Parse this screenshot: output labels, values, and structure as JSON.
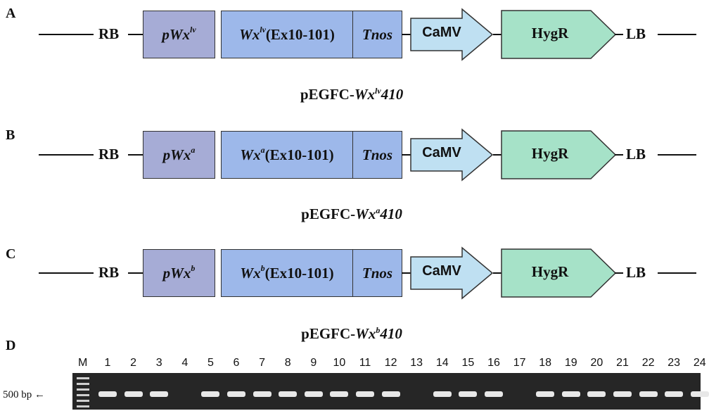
{
  "constructs": [
    {
      "panel": "A",
      "left_border": "RB",
      "right_border": "LB",
      "promoter_base": "pWx",
      "promoter_sup": "lv",
      "gene_base": "Wx",
      "gene_sup": "lv",
      "gene_suffix": "(Ex10-101)",
      "terminator": "Tnos",
      "cassette_promoter": "CaMV",
      "selection_marker": "HygR",
      "caption_prefix": "pEGFC-",
      "caption_base": "Wx",
      "caption_sup": "lv",
      "caption_suffix": "410"
    },
    {
      "panel": "B",
      "left_border": "RB",
      "right_border": "LB",
      "promoter_base": "pWx",
      "promoter_sup": "a",
      "gene_base": "Wx",
      "gene_sup": "a",
      "gene_suffix": "(Ex10-101)",
      "terminator": "Tnos",
      "cassette_promoter": "CaMV",
      "selection_marker": "HygR",
      "caption_prefix": "pEGFC-",
      "caption_base": "Wx",
      "caption_sup": "a",
      "caption_suffix": "410"
    },
    {
      "panel": "C",
      "left_border": "RB",
      "right_border": "LB",
      "promoter_base": "pWx",
      "promoter_sup": "b",
      "gene_base": "Wx",
      "gene_sup": "b",
      "gene_suffix": "(Ex10-101)",
      "terminator": "Tnos",
      "cassette_promoter": "CaMV",
      "selection_marker": "HygR",
      "caption_prefix": "pEGFC-",
      "caption_base": "Wx",
      "caption_sup": "b",
      "caption_suffix": "410"
    }
  ],
  "gel": {
    "panel": "D",
    "marker_label": "M",
    "lanes": [
      "1",
      "2",
      "3",
      "4",
      "5",
      "6",
      "7",
      "8",
      "9",
      "10",
      "11",
      "12",
      "13",
      "14",
      "15",
      "16",
      "17",
      "18",
      "19",
      "20",
      "21",
      "22",
      "23",
      "24"
    ],
    "band_present": [
      true,
      true,
      true,
      false,
      true,
      true,
      true,
      true,
      true,
      true,
      true,
      true,
      false,
      true,
      true,
      true,
      false,
      true,
      true,
      true,
      true,
      true,
      true,
      true
    ],
    "size_label": "500 bp",
    "arrow_glyph": "←"
  },
  "colors": {
    "promoter": "#a6acd6",
    "gene": "#9db8ea",
    "camv_arrow": "#bfe0f2",
    "hygr_arrow": "#a6e2c8",
    "gel_background": "#262626"
  }
}
